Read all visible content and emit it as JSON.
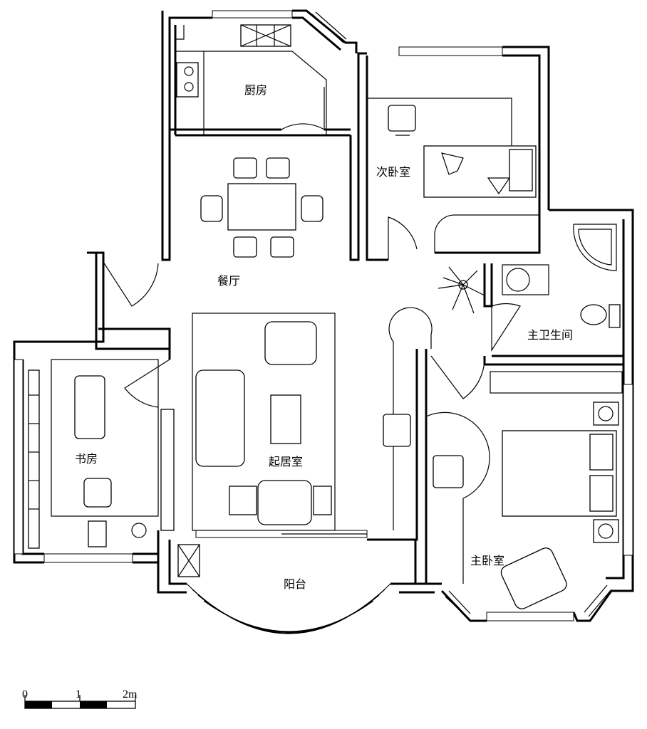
{
  "rooms": {
    "kitchen": "厨房",
    "second_bedroom": "次卧室",
    "dining": "餐厅",
    "master_bath": "主卫生间",
    "study": "书房",
    "living": "起居室",
    "master_bedroom": "主卧室",
    "balcony": "阳台"
  },
  "scale_bar": {
    "tick_0": "0",
    "tick_1": "1",
    "tick_2": "2m"
  }
}
